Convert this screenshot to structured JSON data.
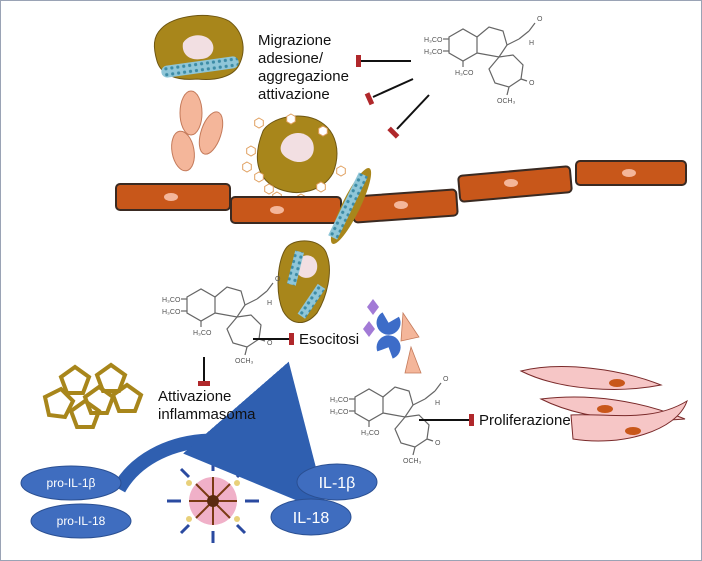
{
  "labels": {
    "migration_lines": [
      "Migrazione",
      "adesione/",
      "aggregazione",
      "attivazione"
    ],
    "exocytosis": "Esocitosi",
    "inflammasome_lines": [
      "Attivazione",
      "inflammasoma"
    ],
    "proliferation": "Proliferazione"
  },
  "cytokines": {
    "pro_il1b": "pro-IL-1β",
    "pro_il18": "pro-IL-18",
    "il1b": "IL-1β",
    "il18": "IL-18"
  },
  "chem_labels": {
    "h3co": "H₃CO",
    "och3": "OCH₃",
    "nh": "H",
    "o": "O"
  },
  "colors": {
    "cell_orange": "#c8571a",
    "cell_border": "#3a2a22",
    "neutrophil": "#a8861b",
    "platelet": "#f4b69a",
    "inhibit_red": "#b0282b",
    "pill_blue": "#3f6dbf",
    "arrow_blue": "#2f5fb0",
    "smooth_muscle": "#f6c6c6"
  },
  "icons": [
    "inhibit-arrow-icon",
    "colchicine-structure-icon",
    "curved-arrow-icon"
  ]
}
